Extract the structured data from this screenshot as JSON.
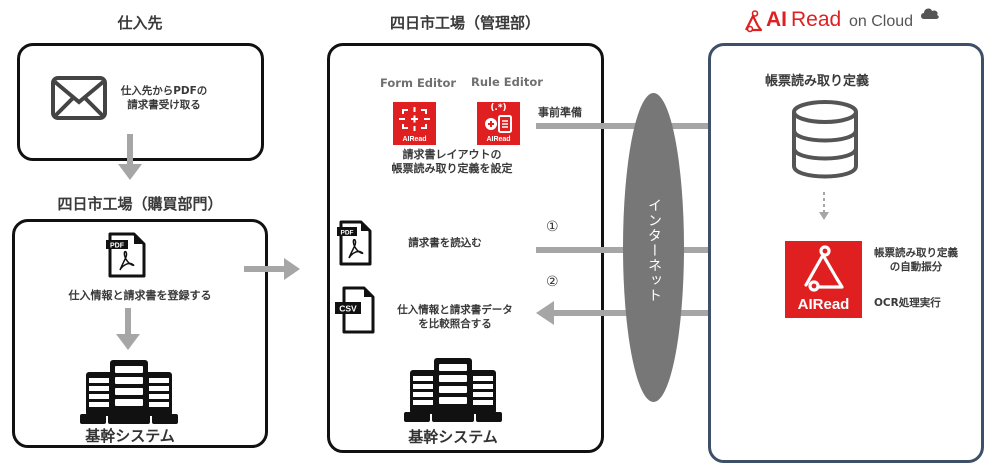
{
  "supplier": {
    "title": "仕入先",
    "step_label_line1": "仕入先からPDFの",
    "step_label_line2": "請求書受け取る",
    "icon": "envelope-icon"
  },
  "purchasing": {
    "title": "四日市工場（購買部門）",
    "register_label": "仕入情報と請求書を登録する",
    "pdf_icon_text": "PDF",
    "system_label": "基幹システム"
  },
  "management": {
    "title": "四日市工場（管理部）",
    "form_editor_label": "Form Editor",
    "rule_editor_label": "Rule Editor",
    "tile_brand": "AIRead",
    "rule_editor_regex": "(.*)",
    "setup_line1": "請求書レイアウトの",
    "setup_line2": "帳票読み取り定義を設定",
    "read_label": "請求書を読込む",
    "pdf_icon_text": "PDF",
    "csv_icon_text": "CSV",
    "compare_line1": "仕入情報と請求書データ",
    "compare_line2": "を比較照合する",
    "system_label": "基幹システム"
  },
  "arrows": {
    "prep_label": "事前準備",
    "step1_label": "①",
    "step2_label": "②"
  },
  "internet": {
    "label": "インターネット",
    "color": "#777777"
  },
  "cloud": {
    "brand_ai": "AI",
    "brand_read": "Read",
    "brand_suffix": "on Cloud",
    "definition_title": "帳票読み取り定義",
    "auto_sort_line1": "帳票読み取り定義",
    "auto_sort_line2": "の自動振分",
    "ocr_label": "OCR処理実行",
    "tile_brand": "AIRead",
    "border_color": "#3d5068"
  },
  "colors": {
    "brand_red": "#e02020",
    "arrow_gray": "#a6a6a6",
    "box_border": "#111111"
  }
}
